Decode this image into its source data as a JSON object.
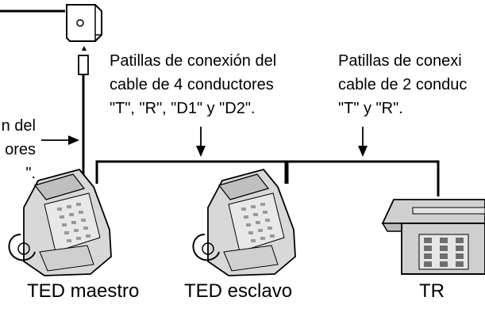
{
  "callouts": {
    "four_wire": [
      "Patillas de conexión del",
      "cable de 4 conductores",
      "\"T\", \"R\", \"D1\" y \"D2\"."
    ],
    "two_wire": [
      "Patillas de conexi",
      "cable de 2 conduc",
      "\"T\" y \"R\"."
    ],
    "left_partial": [
      "n del",
      "ores",
      "\"."
    ]
  },
  "devices": {
    "master": "TED maestro",
    "slave": "TED esclavo",
    "tr": "TR"
  }
}
